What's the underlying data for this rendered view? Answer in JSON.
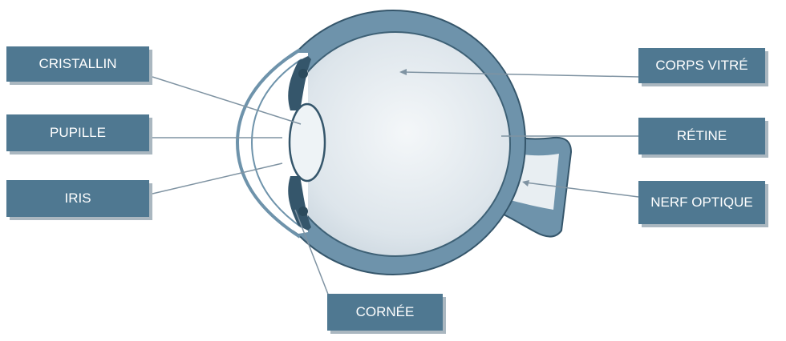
{
  "diagram": {
    "labels": {
      "cristallin": "CRISTALLIN",
      "pupille": "PUPILLE",
      "iris": "IRIS",
      "cornee": "CORNÉE",
      "corps_vitre": "CORPS VITRÉ",
      "retine": "RÉTINE",
      "nerf_optique": "NERF OPTIQUE"
    },
    "colors": {
      "label_fill": "#4f7891",
      "sclera": "#6e93ab",
      "sclera_outline": "#35566b",
      "vitreous": "#dfe6ec",
      "leader_line": "#7f93a2"
    }
  }
}
